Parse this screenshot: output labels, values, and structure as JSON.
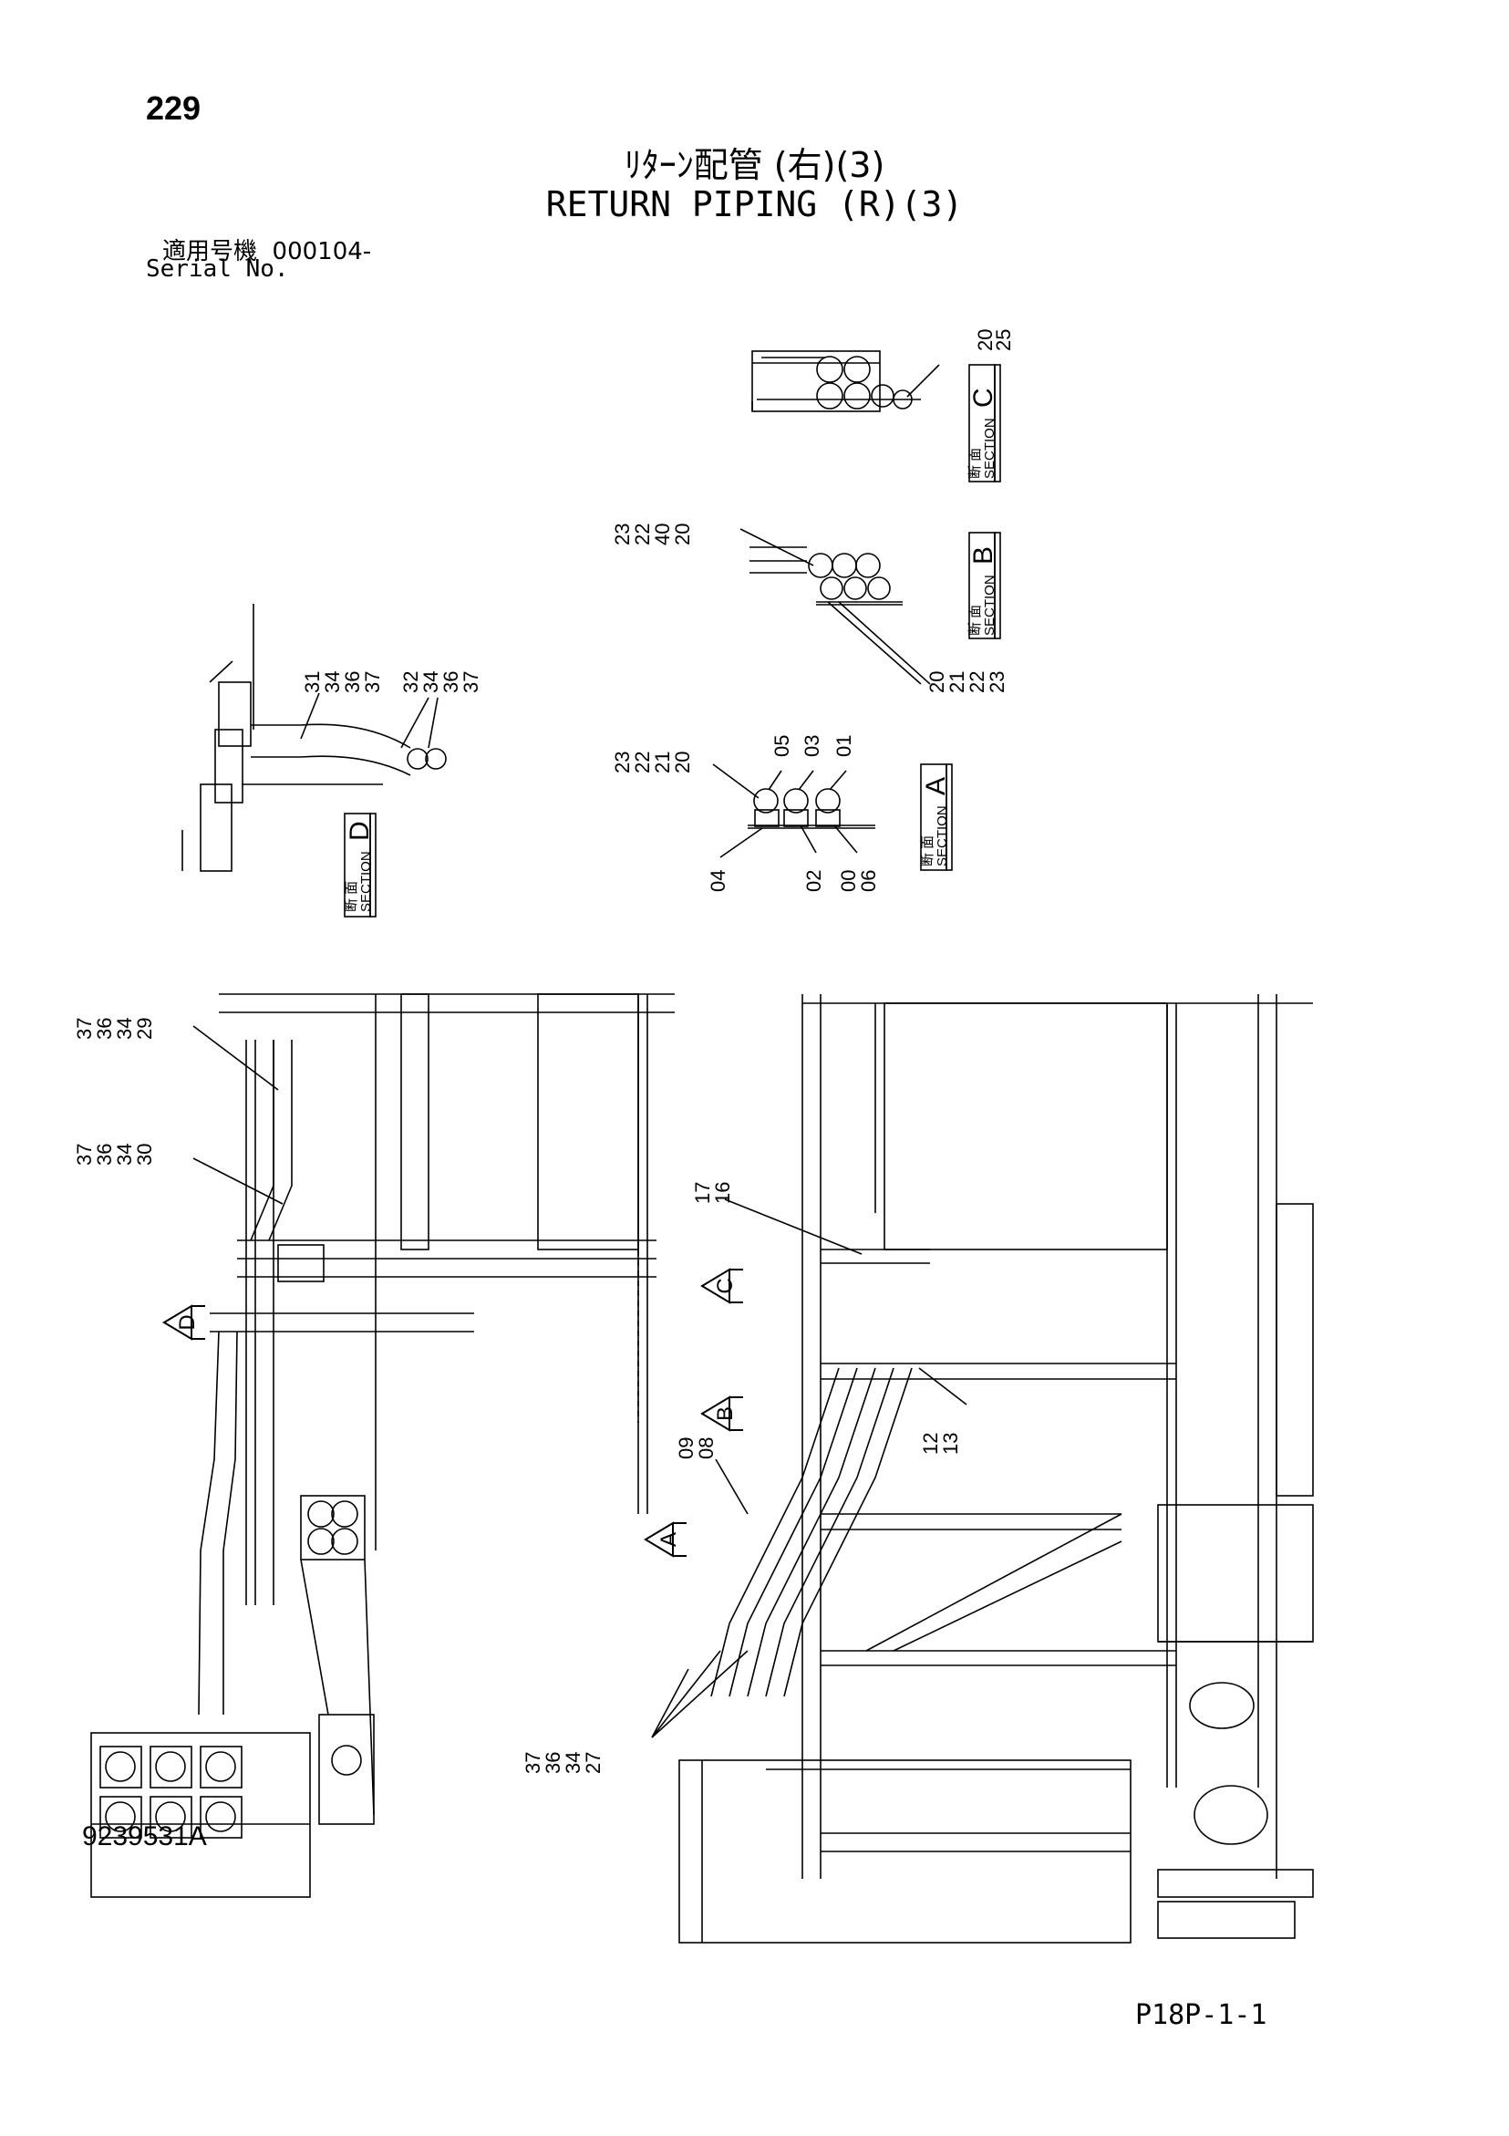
{
  "header": {
    "page_number": "229",
    "title_jp": "ﾘﾀｰﾝ配管 (右)(3)",
    "title_en": "RETURN PIPING (R)(3)",
    "serial_label_jp": "適用号機",
    "serial_value": "000104-",
    "serial_label_en": "Serial No."
  },
  "sections": [
    {
      "id": "A",
      "jp": "断 面",
      "en": "SECTION",
      "letter": "A"
    },
    {
      "id": "B",
      "jp": "断 面",
      "en": "SECTION",
      "letter": "B"
    },
    {
      "id": "C",
      "jp": "断 面",
      "en": "SECTION",
      "letter": "C"
    },
    {
      "id": "D",
      "jp": "断 面",
      "en": "SECTION",
      "letter": "D"
    }
  ],
  "callouts": {
    "c_20_25": [
      "20",
      "25"
    ],
    "b_top": [
      "23",
      "22",
      "40",
      "20"
    ],
    "b_bottom": [
      "20",
      "21",
      "22",
      "23"
    ],
    "a_left": [
      "23",
      "22",
      "21",
      "20"
    ],
    "a_top1": "05",
    "a_top2": "03",
    "a_top3": "01",
    "a_bot1": "04",
    "a_bot2": "02",
    "a_bot3": [
      "00",
      "06"
    ],
    "d_group1": [
      "31",
      "34",
      "36",
      "37"
    ],
    "d_group2": [
      "32",
      "34",
      "36",
      "37"
    ],
    "main_29": [
      "37",
      "36",
      "34",
      "29"
    ],
    "main_30": [
      "37",
      "36",
      "34",
      "30"
    ],
    "main_17_16": [
      "17",
      "16"
    ],
    "main_12_13": [
      "12",
      "13"
    ],
    "main_09_08": [
      "09",
      "08"
    ],
    "main_27": [
      "37",
      "36",
      "34",
      "27"
    ]
  },
  "view_markers": {
    "c": "C",
    "b": "B",
    "a": "A",
    "d": "D"
  },
  "footer": {
    "doc_number": "9239531A",
    "ref_code": "P18P-1-1"
  }
}
